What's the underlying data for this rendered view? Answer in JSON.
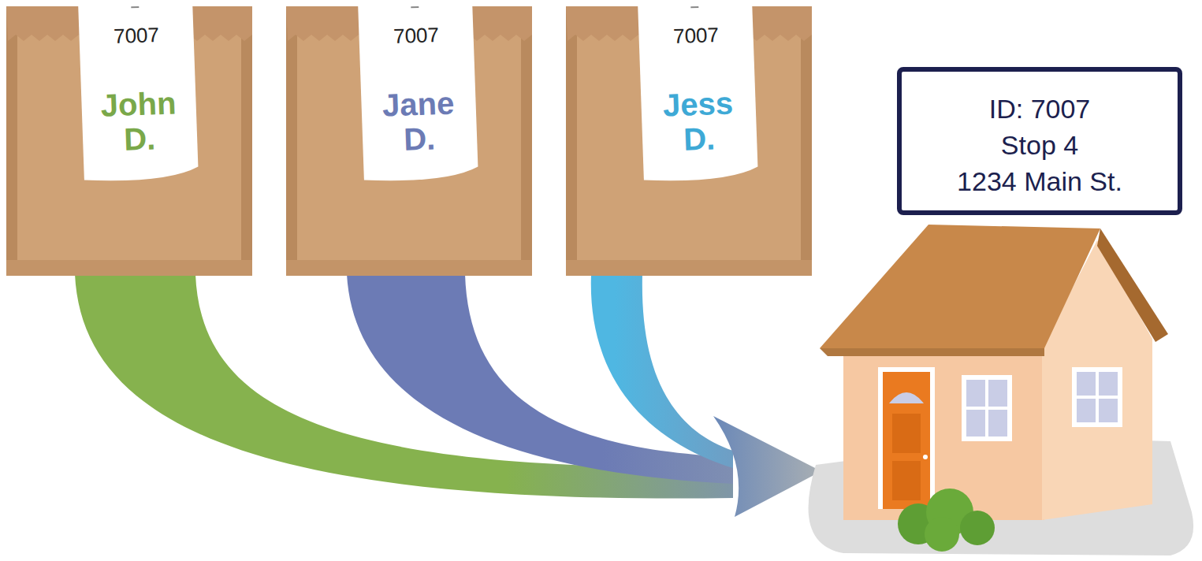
{
  "diagram": {
    "nodes": [
      {
        "text": [
          "7007",
          "John D."
        ]
      },
      {
        "text": [
          "7007",
          "Jane D."
        ]
      },
      {
        "text": [
          "7007",
          "Jess D."
        ]
      },
      {
        "text": [
          "ID: 7007",
          "Stop 4",
          "1234 Main St."
        ]
      }
    ]
  }
}
